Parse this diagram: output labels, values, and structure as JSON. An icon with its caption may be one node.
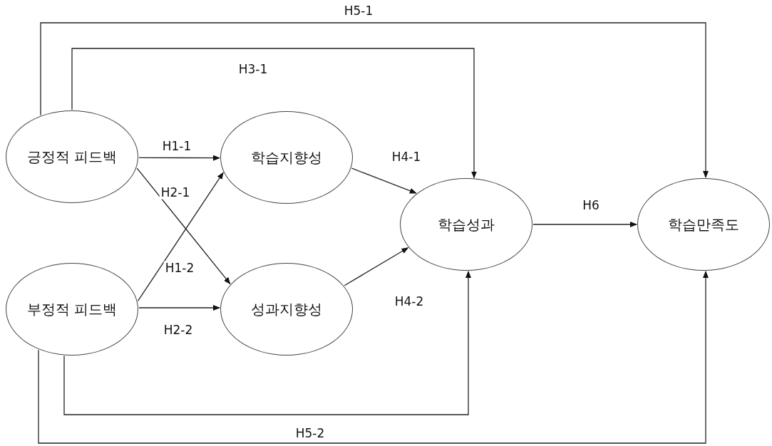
{
  "diagram": {
    "nodes": [
      {
        "text": [
          "긍정적 피드백"
        ]
      },
      {
        "text": [
          "학습지향성"
        ]
      },
      {
        "text": [
          "학습성과"
        ]
      },
      {
        "text": [
          "학습만족도"
        ]
      },
      {
        "text": [
          "부정적 피드백"
        ]
      },
      {
        "text": [
          "성과지향성"
        ]
      }
    ],
    "edges": [
      {
        "from": 0,
        "to": 1,
        "arrow": "to",
        "label": "H1-1"
      },
      {
        "from": 0,
        "to": 5,
        "arrow": "to",
        "label": "H2-1"
      },
      {
        "from": 4,
        "to": 1,
        "arrow": "to",
        "label": "H1-2"
      },
      {
        "from": 4,
        "to": 5,
        "arrow": "to",
        "label": "H2-2"
      },
      {
        "from": 1,
        "to": 2,
        "arrow": "to",
        "label": "H4-1"
      },
      {
        "from": 5,
        "to": 2,
        "arrow": "to",
        "label": "H4-2"
      },
      {
        "from": 2,
        "to": 3,
        "arrow": "to",
        "label": "H6"
      },
      {
        "from": 0,
        "to": 2,
        "arrow": "to",
        "label": "H3-1"
      },
      {
        "from": 0,
        "to": 3,
        "arrow": "to",
        "label": "H5-1"
      },
      {
        "from": 4,
        "to": 2,
        "arrow": "to",
        "label": "H5-2"
      },
      {
        "from": 4,
        "to": 3,
        "arrow": "to"
      }
    ]
  }
}
